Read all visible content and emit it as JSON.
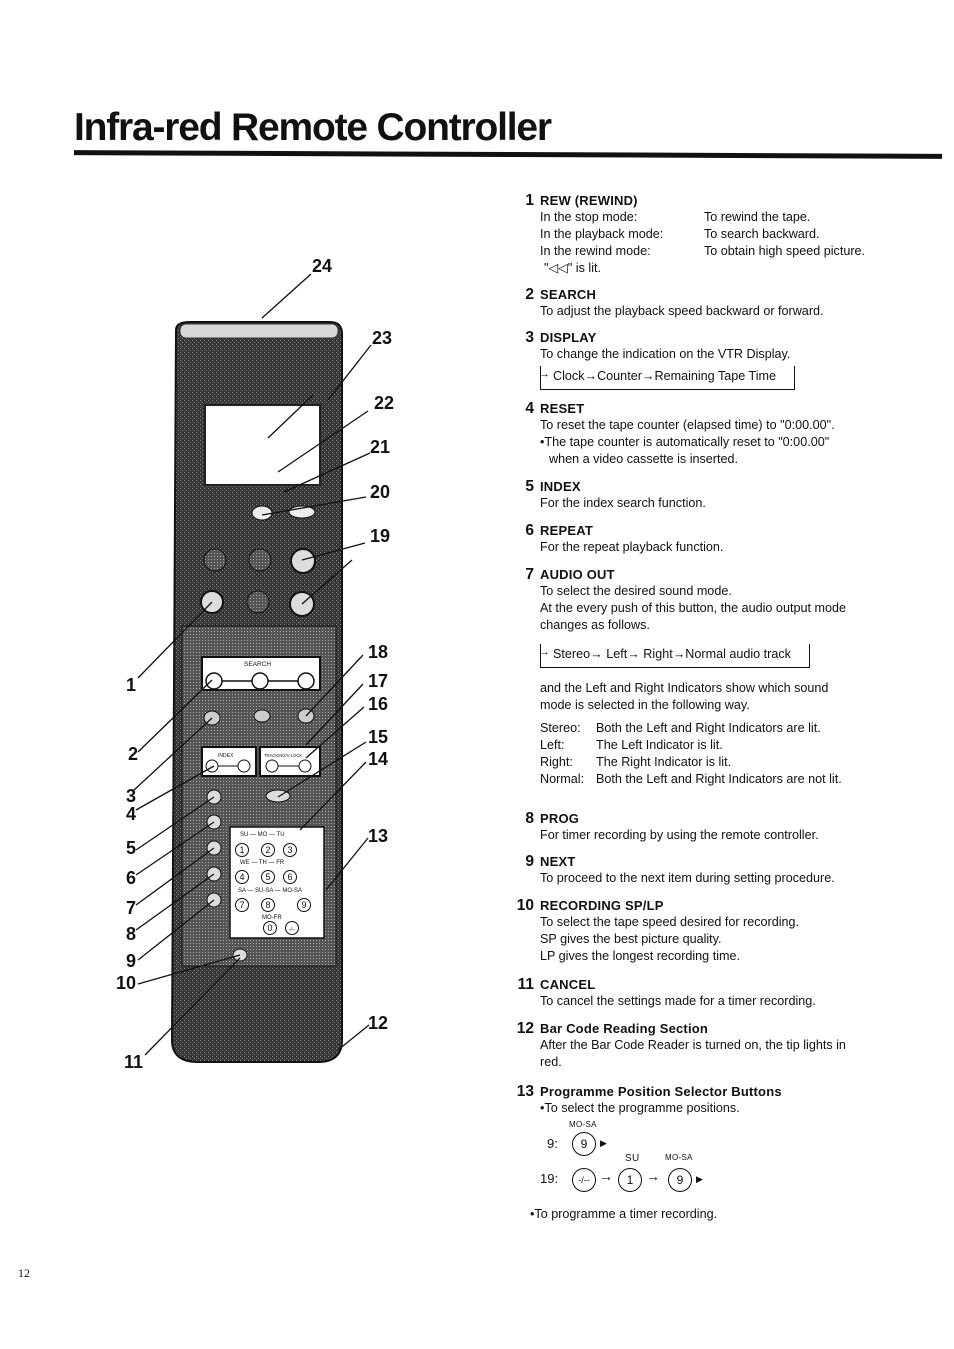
{
  "title": "Infra-red Remote Controller",
  "page_number": "12",
  "figure": {
    "callouts": [
      "24",
      "23",
      "22",
      "21",
      "20",
      "19",
      "18",
      "17",
      "16",
      "15",
      "14",
      "13",
      "12",
      "1",
      "2",
      "3",
      "4",
      "5",
      "6",
      "7",
      "8",
      "9",
      "10",
      "11"
    ],
    "search_label": "SEARCH",
    "index_label": "INDEX",
    "tracking_label": "TRACKING/V-LOCK",
    "keypad": {
      "row1_days": "SU — MO — TU",
      "row2_days": "WE — TH — FR",
      "row3_days": "SA — SU-SA — MO-SA",
      "row4_days": "MO-FR",
      "keys": [
        "1",
        "2",
        "3",
        "4",
        "5",
        "6",
        "7",
        "8",
        "9",
        "0",
        "-/--"
      ]
    }
  },
  "items": [
    {
      "num": "1",
      "name": "REW (REWIND)",
      "rows": [
        {
          "a": "In the stop mode:",
          "b": "To rewind the tape."
        },
        {
          "a": "In the playback mode:",
          "b": "To search backward."
        },
        {
          "a": "In the rewind mode:",
          "b": "To obtain high speed picture."
        }
      ],
      "note": "\"◁◁\" is lit."
    },
    {
      "num": "2",
      "name": "SEARCH",
      "text": [
        "To adjust the playback speed backward or forward."
      ]
    },
    {
      "num": "3",
      "name": "DISPLAY",
      "text": [
        "To change the indication on the VTR Display."
      ],
      "flow": "Clock→Counter→Remaining Tape Time"
    },
    {
      "num": "4",
      "name": "RESET",
      "text": [
        "To reset the tape counter (elapsed time) to \"0:00.00\"."
      ],
      "bullet": "•The tape counter is automatically reset to \"0:00.00\"",
      "bullet2": "when a video cassette is inserted."
    },
    {
      "num": "5",
      "name": "INDEX",
      "text": [
        "For the index search function."
      ]
    },
    {
      "num": "6",
      "name": "REPEAT",
      "text": [
        "For the repeat playback function."
      ]
    },
    {
      "num": "7",
      "name": "AUDIO OUT",
      "text": [
        "To select the desired sound mode.",
        "At the every push of this button, the audio output mode",
        "changes as follows."
      ],
      "flow": "Stereo→ Left→ Right→Normal audio track",
      "text2": [
        "and the Left and Right Indicators show which sound",
        "mode is selected in the following way."
      ],
      "rows": [
        {
          "a": "Stereo:",
          "b": "Both the Left and Right Indicators are lit."
        },
        {
          "a": "Left:",
          "b": "The Left Indicator is lit."
        },
        {
          "a": "Right:",
          "b": "The Right Indicator is lit."
        },
        {
          "a": "Normal:",
          "b": "Both the Left and Right Indicators are not lit."
        }
      ]
    },
    {
      "num": "8",
      "name": "PROG",
      "text": [
        "For timer recording by using the remote controller."
      ]
    },
    {
      "num": "9",
      "name": "NEXT",
      "text": [
        "To proceed to the next item during setting procedure."
      ]
    },
    {
      "num": "10",
      "name": "RECORDING SP/LP",
      "text": [
        "To select the tape speed desired for recording.",
        "SP gives the best picture quality.",
        "LP gives the longest recording time."
      ]
    },
    {
      "num": "11",
      "name": "CANCEL",
      "text": [
        "To cancel the settings made for a timer recording."
      ]
    },
    {
      "num": "12",
      "name": "Bar Code Reading Section",
      "text": [
        "After the Bar Code Reader is turned on, the tip lights in",
        "red."
      ]
    },
    {
      "num": "13",
      "name": "Programme Position Selector Buttons",
      "text": [
        "•To select the programme positions."
      ],
      "example": {
        "tag_top": "MO-SA",
        "label9": "9:",
        "key9": "9",
        "tag_su": "SU",
        "tag_mosa": "MO-SA",
        "label19": "19:",
        "keyA": "-/--",
        "keyB": "1",
        "keyC": "9"
      },
      "final": "•To programme a timer recording."
    }
  ]
}
